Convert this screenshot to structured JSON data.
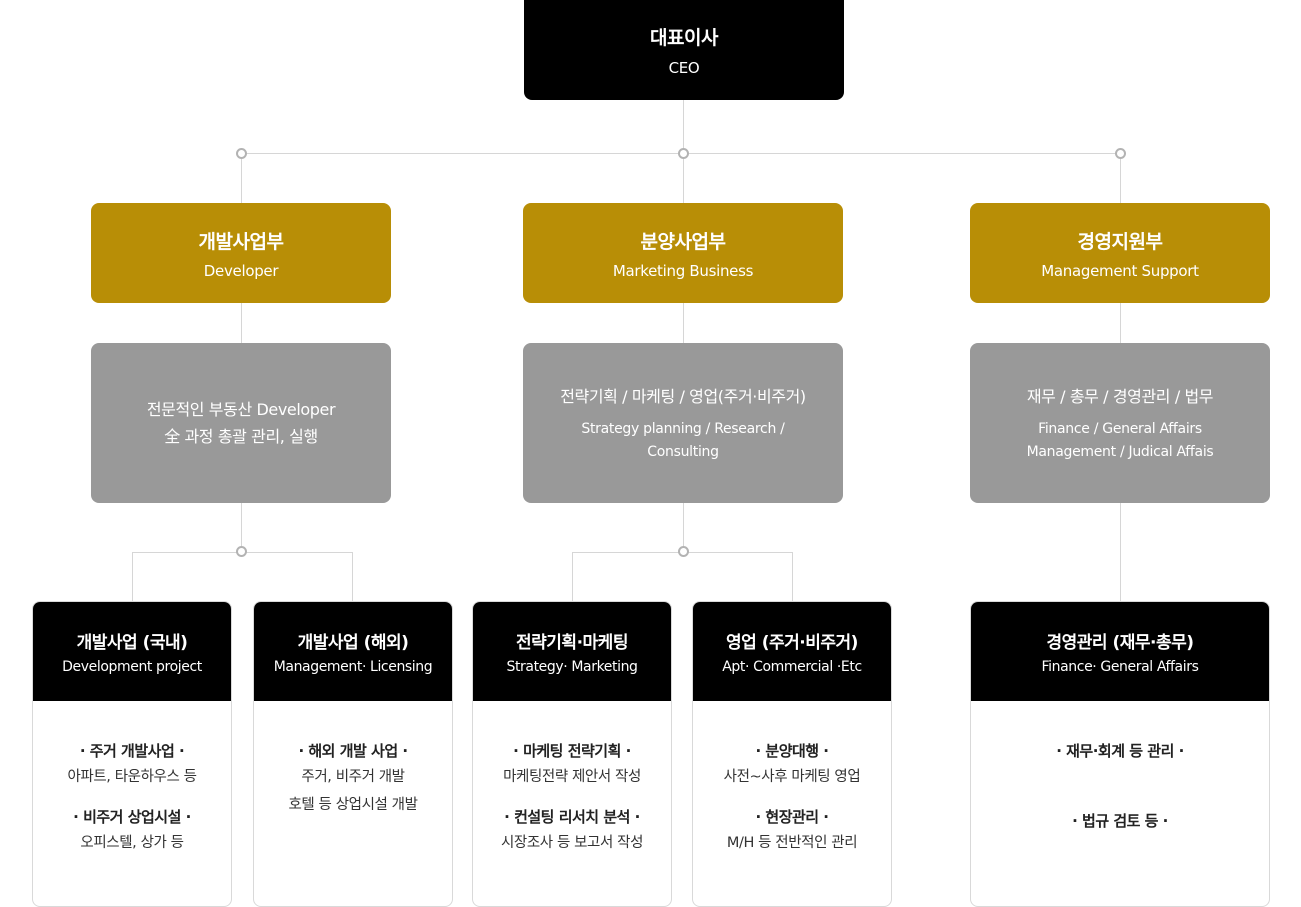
{
  "ceo": {
    "title": "대표이사",
    "subtitle": "CEO"
  },
  "divisions": [
    {
      "title": "개발사업부",
      "subtitle": "Developer",
      "desc_ko": [
        "전문적인 부동산 Developer",
        "全 과정 총괄 관리, 실행"
      ]
    },
    {
      "title": "분양사업부",
      "subtitle": "Marketing Business",
      "desc_ko": [
        "전략기획 / 마케팅 / 영업(주거·비주거)"
      ],
      "desc_en": [
        "Strategy planning / Research /",
        "Consulting"
      ]
    },
    {
      "title": "경영지원부",
      "subtitle": "Management Support",
      "desc_ko": [
        "재무 / 총무 / 경영관리 / 법무"
      ],
      "desc_en": [
        "Finance / General Affairs",
        "Management / Judical Affais"
      ]
    }
  ],
  "teams": [
    {
      "title": "개발사업 (국내)",
      "subtitle": "Development project",
      "items": [
        {
          "head": "· 주거 개발사업 ·",
          "lines": [
            "아파트, 타운하우스 등"
          ]
        },
        {
          "head": "· 비주거 상업시설 ·",
          "lines": [
            "오피스텔, 상가 등"
          ]
        }
      ]
    },
    {
      "title": "개발사업 (해외)",
      "subtitle": "Management· Licensing",
      "items": [
        {
          "head": "· 해외 개발 사업 ·",
          "lines": [
            "주거, 비주거 개발",
            "호텔 등 상업시설 개발"
          ]
        }
      ]
    },
    {
      "title": "전략기획·마케팅",
      "subtitle": "Strategy· Marketing",
      "items": [
        {
          "head": "· 마케팅 전략기획 ·",
          "lines": [
            "마케팅전략 제안서 작성"
          ]
        },
        {
          "head": "· 컨설팅 리서치 분석 ·",
          "lines": [
            "시장조사 등 보고서 작성"
          ]
        }
      ]
    },
    {
      "title": "영업 (주거·비주거)",
      "subtitle": "Apt· Commercial ·Etc",
      "items": [
        {
          "head": "· 분양대행 ·",
          "lines": [
            "사전~사후 마케팅 영업"
          ]
        },
        {
          "head": "· 현장관리 ·",
          "lines": [
            "M/H 등 전반적인 관리"
          ]
        }
      ]
    },
    {
      "title": "경영관리 (재무·총무)",
      "subtitle": "Finance· General Affairs",
      "items": [
        {
          "head": "· 재무·회계 등 관리 ·",
          "lines": []
        },
        {
          "head": "· 법규 검토 등 ·",
          "lines": []
        }
      ]
    }
  ],
  "colors": {
    "ceo": "#000000",
    "division": "#b88e06",
    "detail": "#999999",
    "team_head": "#000000",
    "connector": "#d6d6d6"
  }
}
